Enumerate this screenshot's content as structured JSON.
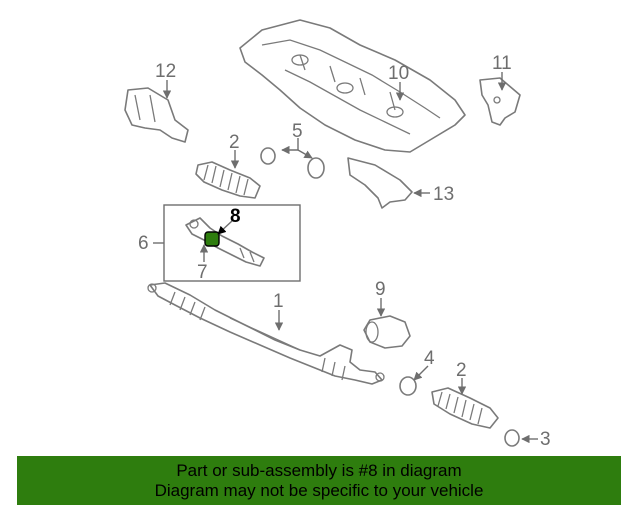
{
  "diagram": {
    "callouts": {
      "c1": "1",
      "c2a": "2",
      "c2b": "2",
      "c3": "3",
      "c4": "4",
      "c5": "5",
      "c6": "6",
      "c7": "7",
      "c8": "8",
      "c9": "9",
      "c10": "10",
      "c11": "11",
      "c12": "12",
      "c13": "13"
    },
    "highlighted_part": "8"
  },
  "banner": {
    "line1": "Part or sub-assembly is #8 in diagram",
    "line2": "Diagram may not be specific to your vehicle"
  },
  "colors": {
    "banner_bg": "#2e7d0e",
    "highlight": "#2e7d0e"
  }
}
